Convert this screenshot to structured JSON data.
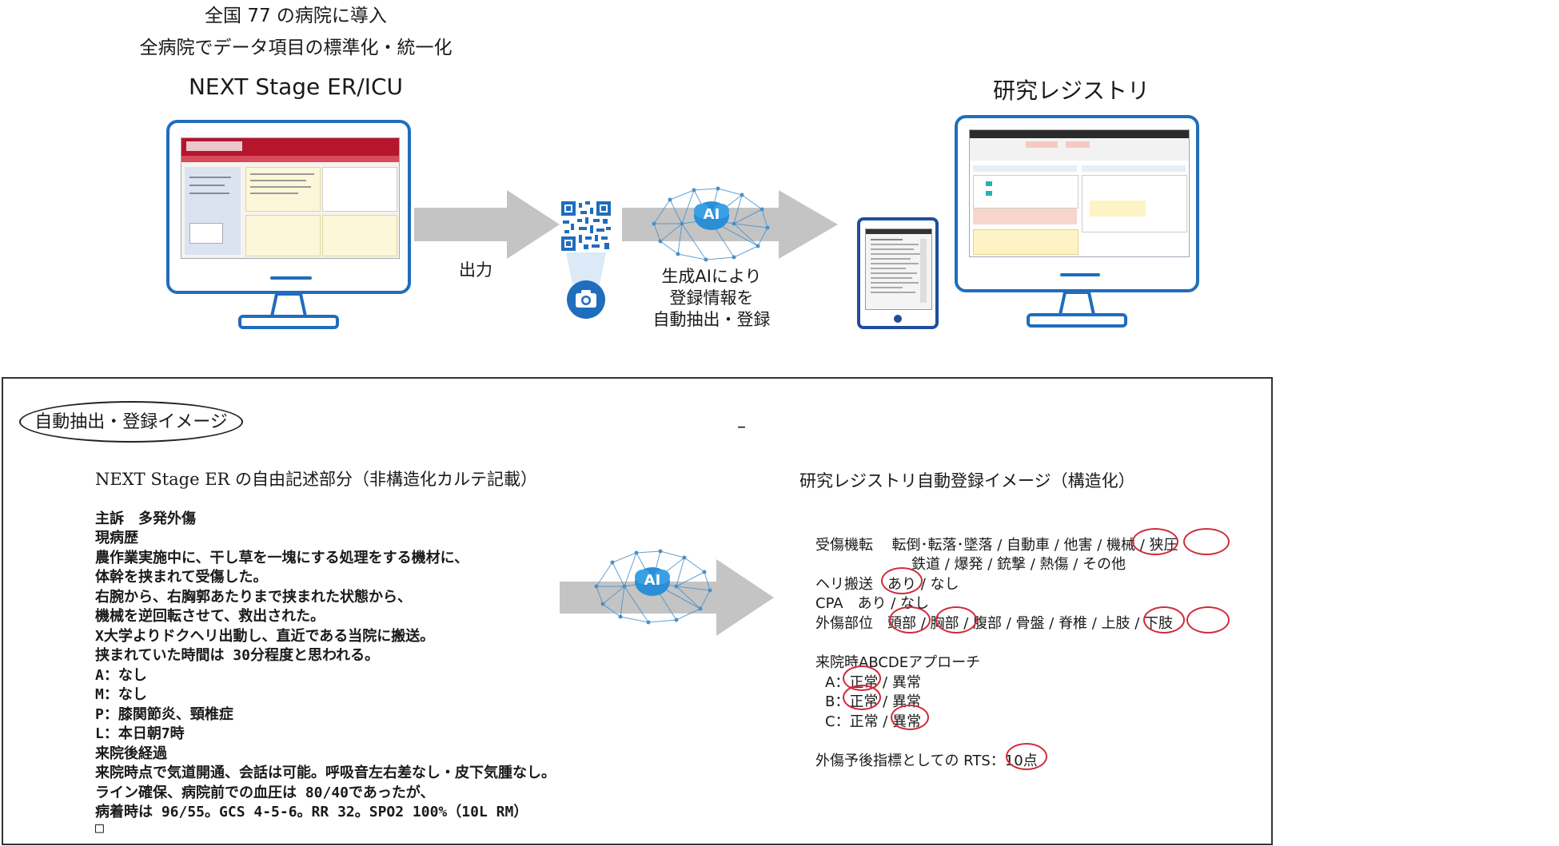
{
  "top": {
    "line1": "全国 77 の病院に導入",
    "line2": "全病院でデータ項目の標準化・統一化",
    "left_title": "NEXT Stage ER/ICU",
    "right_title": "研究レジストリ",
    "output_label": "出力",
    "ai_badge": "AI",
    "ai_caption_1": "生成AIにより",
    "ai_caption_2": "登録情報を",
    "ai_caption_3": "自動抽出・登録"
  },
  "panel": {
    "badge": "自動抽出・登録イメージ",
    "dash": "–",
    "left_heading": "NEXT Stage ER の自由記述部分（非構造化カルテ記載）",
    "right_heading": "研究レジストリ自動登録イメージ（構造化）",
    "ai_badge": "AI",
    "notes": [
      "主訴　多発外傷",
      "現病歴",
      "農作業実施中に、干し草を一塊にする処理をする機材に、",
      "体幹を挟まれて受傷した。",
      "右腕から、右胸郭あたりまで挟まれた状態から、",
      "機械を逆回転させて、救出された。",
      "X大学よりドクヘリ出動し、直近である当院に搬送。",
      "挟まれていた時間は 30分程度と思われる。",
      "A：なし",
      "M：なし",
      "P：膝関節炎、頸椎症",
      "L：本日朝7時",
      "来院後経過",
      "来院時点で気道開通、会話は可能。呼吸音左右差なし・皮下気腫なし。",
      "ライン確保、病院前での血圧は 80/40であったが、",
      "病着時は 96/55。GCS 4-5-6。RR 32。SPO2 100%（10L RM）",
      "□"
    ],
    "registry": {
      "mechanism_label": "受傷機転",
      "mechanism_line1": "転倒･転落･墜落 / 自動車 / 他害 / 機械 / 狭圧",
      "mechanism_line2": "鉄道 / 爆発 / 銃撃 / 熱傷 / その他",
      "heli": "ヘリ搬送　あり / なし",
      "cpa": "CPA　あり / なし",
      "site": "外傷部位　頭部 / 胸部 / 腹部 / 骨盤 / 脊椎 / 上肢 / 下肢",
      "abcde_title": "来院時ABCDEアプローチ",
      "a": "A：正常 / 異常",
      "b": "B：正常 / 異常",
      "c": "C：正常 / 異常",
      "rts": "外傷予後指標としての RTS：10点"
    }
  },
  "colors": {
    "frame_blue": "#1f6dbd",
    "arrow_gray": "#c4c4c4",
    "circle_red": "#d12a3a",
    "ai_blue": "#2a8fd6"
  },
  "icons": [
    "monitor-icon",
    "qr-code-icon",
    "camera-icon",
    "ai-brain-network-icon",
    "tablet-icon",
    "arrow-right-icon"
  ]
}
